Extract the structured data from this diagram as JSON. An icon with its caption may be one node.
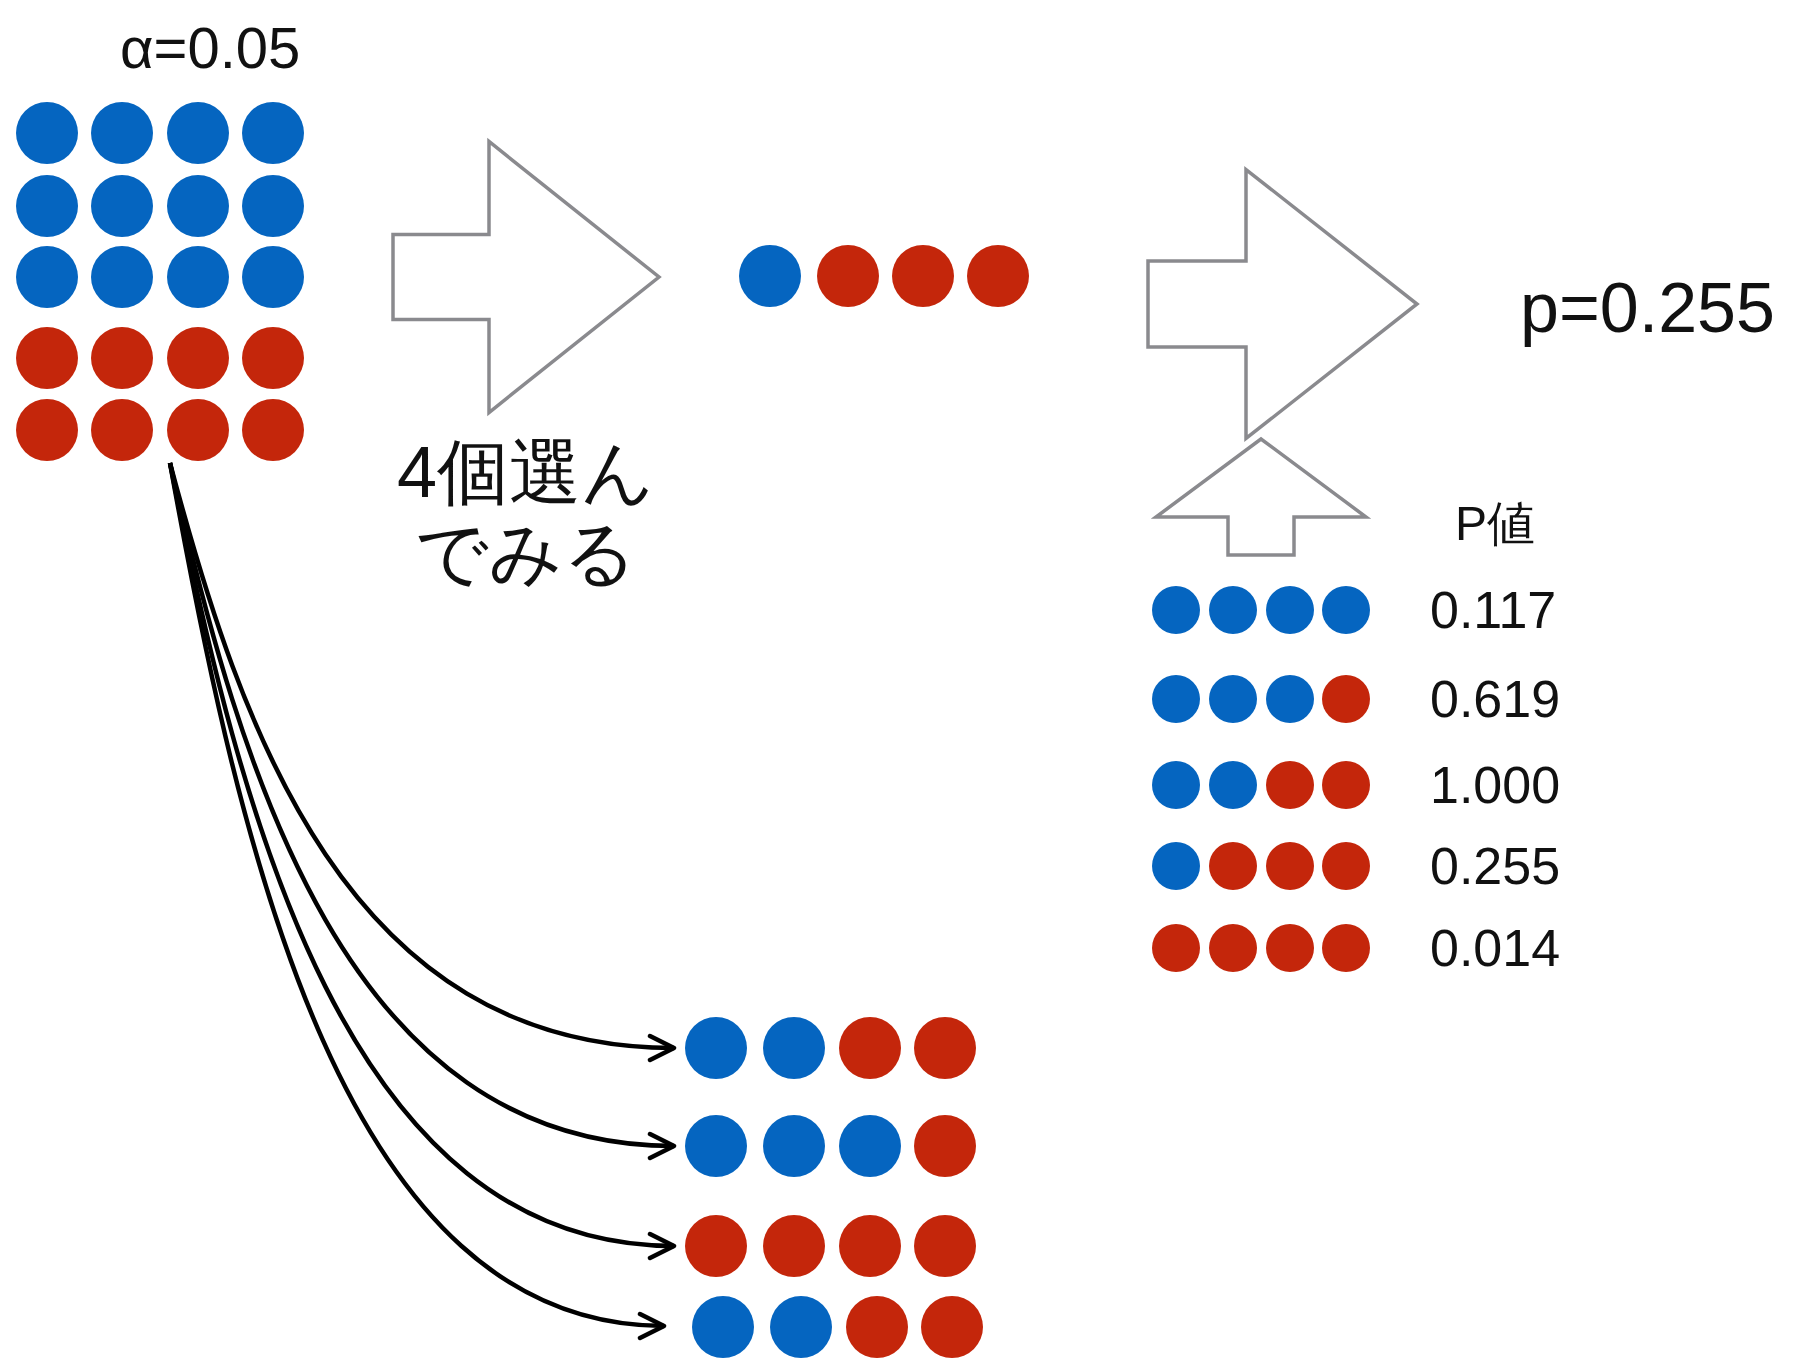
{
  "diagram": {
    "nodes": [
      {
        "text": [],
        "shape": "dots",
        "beside": [
          "α=0.05"
        ]
      },
      {
        "text": [],
        "shape": "dots"
      },
      {
        "text": [
          "p=0.255"
        ]
      },
      {
        "text": [
          "0.117",
          "0.619",
          "1.000",
          "0.255",
          "0.014"
        ],
        "beside": [
          "P値"
        ]
      },
      {
        "text": [],
        "shape": "dots"
      },
      {
        "text": [],
        "shape": "dots"
      },
      {
        "text": [],
        "shape": "dots"
      },
      {
        "text": [],
        "shape": "dots"
      }
    ],
    "edges": [
      {
        "from": 0,
        "to": 1,
        "arrow": "to",
        "label": "4個選んでみる"
      },
      {
        "from": 1,
        "to": 2,
        "arrow": "to"
      },
      {
        "from": 3,
        "to": null,
        "arrow": "to"
      },
      {
        "from": 0,
        "to": 4,
        "arrow": "to"
      },
      {
        "from": 0,
        "to": 5,
        "arrow": "to"
      },
      {
        "from": 0,
        "to": 6,
        "arrow": "to"
      },
      {
        "from": 0,
        "to": 7,
        "arrow": "to"
      }
    ]
  }
}
